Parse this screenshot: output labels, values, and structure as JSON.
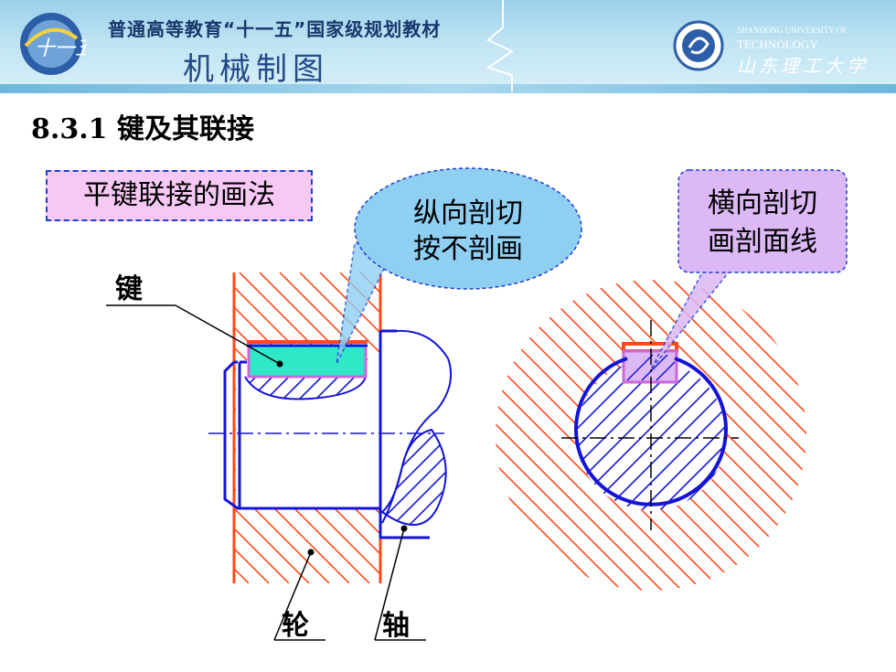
{
  "header": {
    "series_title": "普通高等教育“十一五”国家级规划教材",
    "course_title": "机械制图",
    "university_en_line1": "SHANDONG UNIVERSITY OF",
    "university_en_line2": "TECHNOLOGY",
    "university_cn": "山东理工大学"
  },
  "slide": {
    "section_title": "8.3.1  键及其联接",
    "method_label": "平键联接的画法",
    "callout_longitudinal": [
      "纵向剖切",
      "按不剖画"
    ],
    "callout_transverse": [
      "横向剖切",
      "画剖面线"
    ],
    "label_key": "键",
    "label_wheel": "轮",
    "label_shaft": "轴"
  },
  "colors": {
    "hatch": "#ff4a1a",
    "outline": "#1414d6",
    "key_fill": "#2ee8c8",
    "key_border": "#cc66dd",
    "callout_blue": "#8fcff2",
    "callout_violet": "#dcb8f4"
  }
}
